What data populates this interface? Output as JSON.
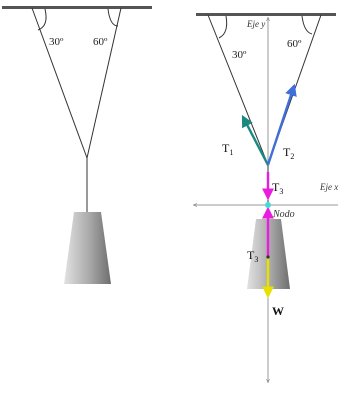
{
  "left_figure": {
    "angle_left": "30º",
    "angle_right": "60º"
  },
  "right_figure": {
    "angle_left": "30º",
    "angle_right": "60º",
    "y_axis_label": "Eje y",
    "x_axis_label": "Eje x",
    "node_label": "Nodo",
    "vectors": {
      "t1": {
        "label": "T",
        "sub": "1"
      },
      "t2": {
        "label": "T",
        "sub": "2"
      },
      "t3_upper": {
        "label": "T",
        "sub": "3"
      },
      "t3_lower": {
        "label": "T",
        "sub": "3"
      },
      "w": {
        "label": "W"
      }
    }
  },
  "colors": {
    "t1": "#1a8a80",
    "t2": "#3f6fd8",
    "t3": "#e81de0",
    "w": "#e8e000",
    "node": "#44dada",
    "weight_light": "#dedede",
    "weight_dark": "#7a7a7a"
  }
}
